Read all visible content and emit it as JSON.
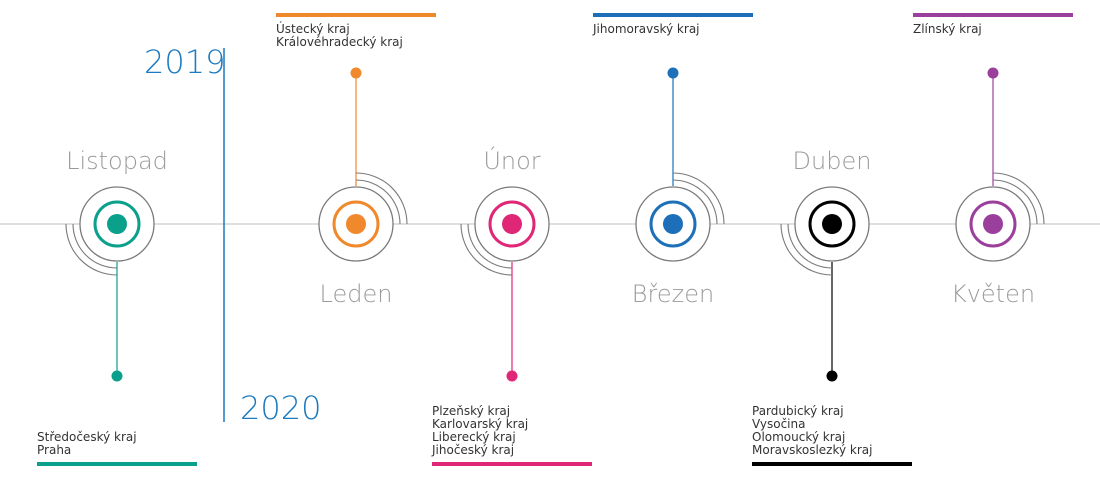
{
  "years": {
    "start": "2019",
    "end": "2020"
  },
  "colors": {
    "axis": "#cccccc",
    "ring": "#7a7a7a",
    "year_divider": "#1c7ac0"
  },
  "milestones": [
    {
      "month": "Listopad",
      "color": "#0aa08c",
      "regions": [
        "Středočeský kraj",
        "Praha"
      ]
    },
    {
      "month": "Leden",
      "color": "#f0882c",
      "regions": [
        "Ústecký kraj",
        "Královéhradecký kraj"
      ]
    },
    {
      "month": "Únor",
      "color": "#e02676",
      "regions": [
        "Plzeňský kraj",
        "Karlovarský kraj",
        "Liberecký kraj",
        "Jihočeský kraj"
      ]
    },
    {
      "month": "Březen",
      "color": "#1c6fb8",
      "regions": [
        "Jihomoravský kraj"
      ]
    },
    {
      "month": "Duben",
      "color": "#000000",
      "regions": [
        "Pardubický kraj",
        "Vysočina",
        "Olomoucký kraj",
        "Moravskoslezký kraj"
      ]
    },
    {
      "month": "Květen",
      "color": "#9b3f9c",
      "regions": [
        "Zlínský kraj"
      ]
    }
  ]
}
